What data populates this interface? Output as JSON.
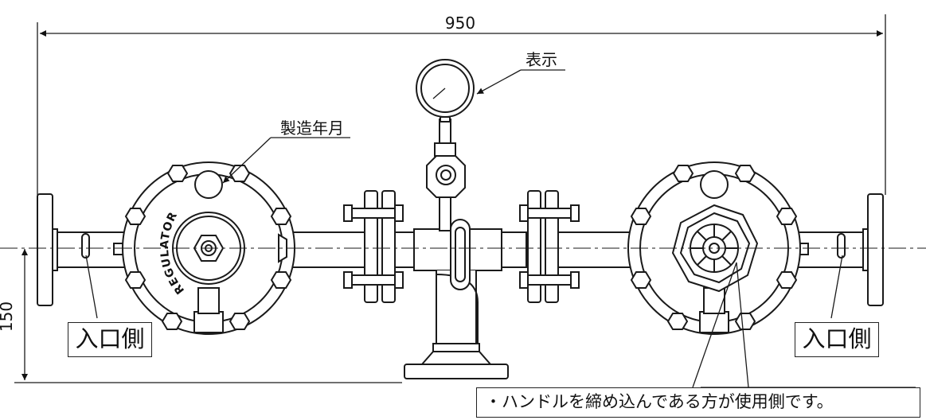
{
  "dimensions": {
    "overall_width": "950",
    "center_height": "150"
  },
  "labels": {
    "gauge": "表示",
    "manufacture_date": "製造年月",
    "inlet_left": "入口側",
    "inlet_right": "入口側",
    "note": "・ハンドルを締め込んである方が使用側です。",
    "regulator_text": "REGULATOR"
  }
}
